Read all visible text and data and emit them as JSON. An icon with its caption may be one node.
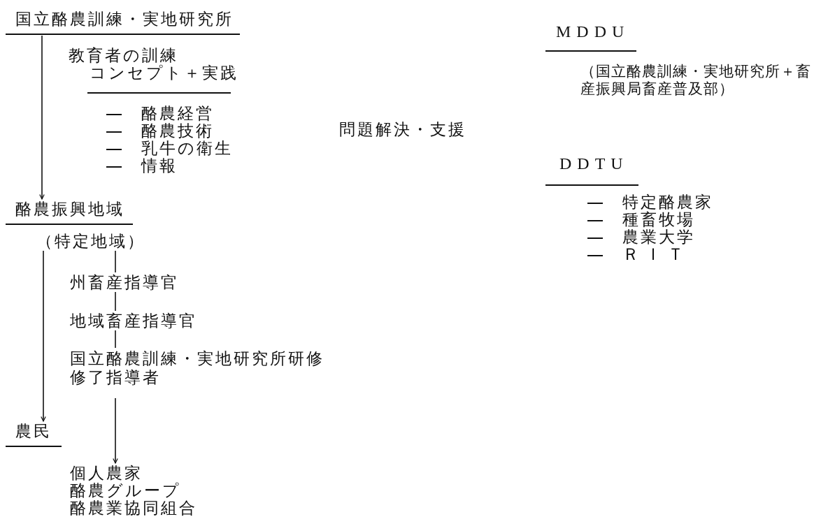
{
  "diagram": {
    "nodes": [
      {
        "text": [
          "国立酪農訓練・実地研究所"
        ]
      },
      {
        "text": [
          "酪農振興地域"
        ]
      },
      {
        "text": [
          "（特定地域）"
        ]
      },
      {
        "text": [
          "州畜産指導官"
        ]
      },
      {
        "text": [
          "地域畜産指導官"
        ]
      },
      {
        "text": [
          "国立酪農訓練・実地研究所研修修了指導者"
        ]
      },
      {
        "text": [
          "農民"
        ]
      },
      {
        "text": [
          "個人農家",
          "酪農グループ",
          "酪農業協同組合"
        ]
      }
    ],
    "edges": [
      {
        "from": 0,
        "to": 1,
        "arrow": "to"
      },
      {
        "from": 2,
        "to": 6,
        "arrow": "to"
      },
      {
        "from": 2,
        "to": 3,
        "arrow": "none"
      },
      {
        "from": 3,
        "to": 4,
        "arrow": "none"
      },
      {
        "from": 4,
        "to": 5,
        "arrow": "none"
      },
      {
        "from": 5,
        "to": 7,
        "arrow": "to"
      }
    ],
    "labels": [
      "教育者の訓練",
      "コンセプト＋実践",
      "酪農経営",
      "酪農技術",
      "乳牛の衛生",
      "情報",
      "問題解決・支援",
      "MDDU",
      "（国立酪農訓練・実地研究所＋畜産振興局畜産普及部）",
      "DDTU",
      "特定酪農家",
      "種畜牧場",
      "農業大学",
      "ＲＩＴ"
    ]
  }
}
